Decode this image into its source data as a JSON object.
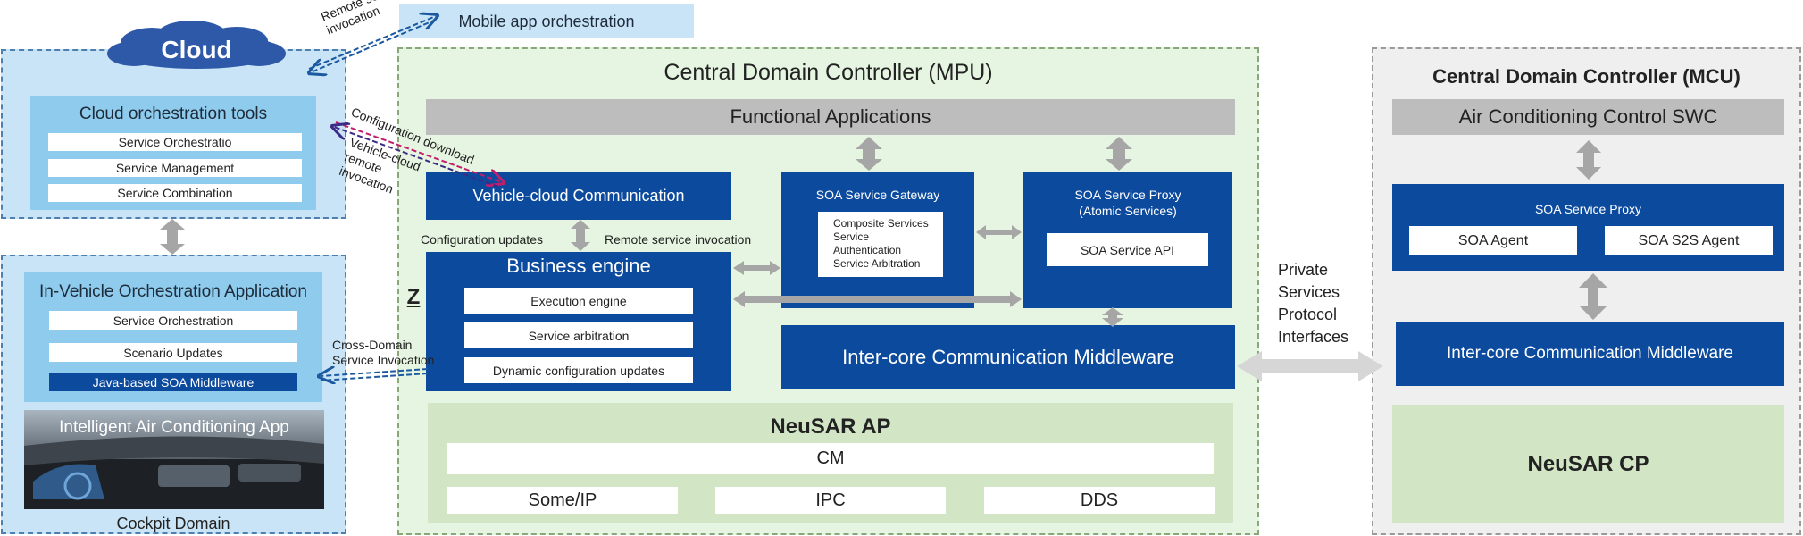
{
  "cloud": {
    "title": "Cloud",
    "tools_title": "Cloud orchestration tools",
    "tools": [
      "Service Orchestratio",
      "Service Management",
      "Service Combination"
    ]
  },
  "mobile": {
    "label": "Mobile app orchestration"
  },
  "annotations": {
    "remote_service_invocation": "Remote service invocation",
    "configuration_download": "Configuration download",
    "vehicle_cloud_remote": "Vehicle-cloud remote invocation",
    "configuration_updates": "Configuration updates",
    "remote_service_invocation_2": "Remote service invocation",
    "cross_domain": "Cross-Domain Service Invocation",
    "private_interfaces": "Private Services Protocol Interfaces"
  },
  "cockpit": {
    "app_title": "In-Vehicle Orchestration Application",
    "items": [
      "Service Orchestration",
      "Scenario Updates"
    ],
    "middleware": "Java-based SOA Middleware",
    "ac_app": "Intelligent Air Conditioning App",
    "domain_label": "Cockpit Domain"
  },
  "mpu": {
    "title": "Central Domain Controller (MPU)",
    "functional_apps": "Functional Applications",
    "vehicle_cloud": "Vehicle-cloud Communication",
    "business_engine": "Business engine",
    "business_symbol": "Z",
    "engine_items": [
      "Execution engine",
      "Service arbitration",
      "Dynamic configuration updates"
    ],
    "gateway_title": "SOA Service Gateway",
    "gateway_items": [
      "Composite Services",
      "Service",
      "Authentication",
      "Service Arbitration"
    ],
    "proxy_title": "SOA Service Proxy",
    "proxy_subtitle": "(Atomic Services)",
    "proxy_api": "SOA Service API",
    "intercore": "Inter-core Communication Middleware",
    "neusar_ap": "NeuSAR AP",
    "cm": "CM",
    "protocols": [
      "Some/IP",
      "IPC",
      "DDS"
    ]
  },
  "mcu": {
    "title": "Central Domain Controller (MCU)",
    "ac_swc": "Air Conditioning Control SWC",
    "proxy_title": "SOA Service Proxy",
    "agents": [
      "SOA Agent",
      "SOA S2S Agent"
    ],
    "intercore": "Inter-core Communication Middleware",
    "neusar_cp": "NeuSAR CP"
  },
  "colors": {
    "navy": "#0c4a9e",
    "light_blue": "#c9e4f6",
    "mid_blue": "#8fcbed",
    "light_green": "#e6f5e1",
    "green_box": "#d2e6c6",
    "gray_panel": "#efefef",
    "functional_gray": "#bdbdbd"
  }
}
